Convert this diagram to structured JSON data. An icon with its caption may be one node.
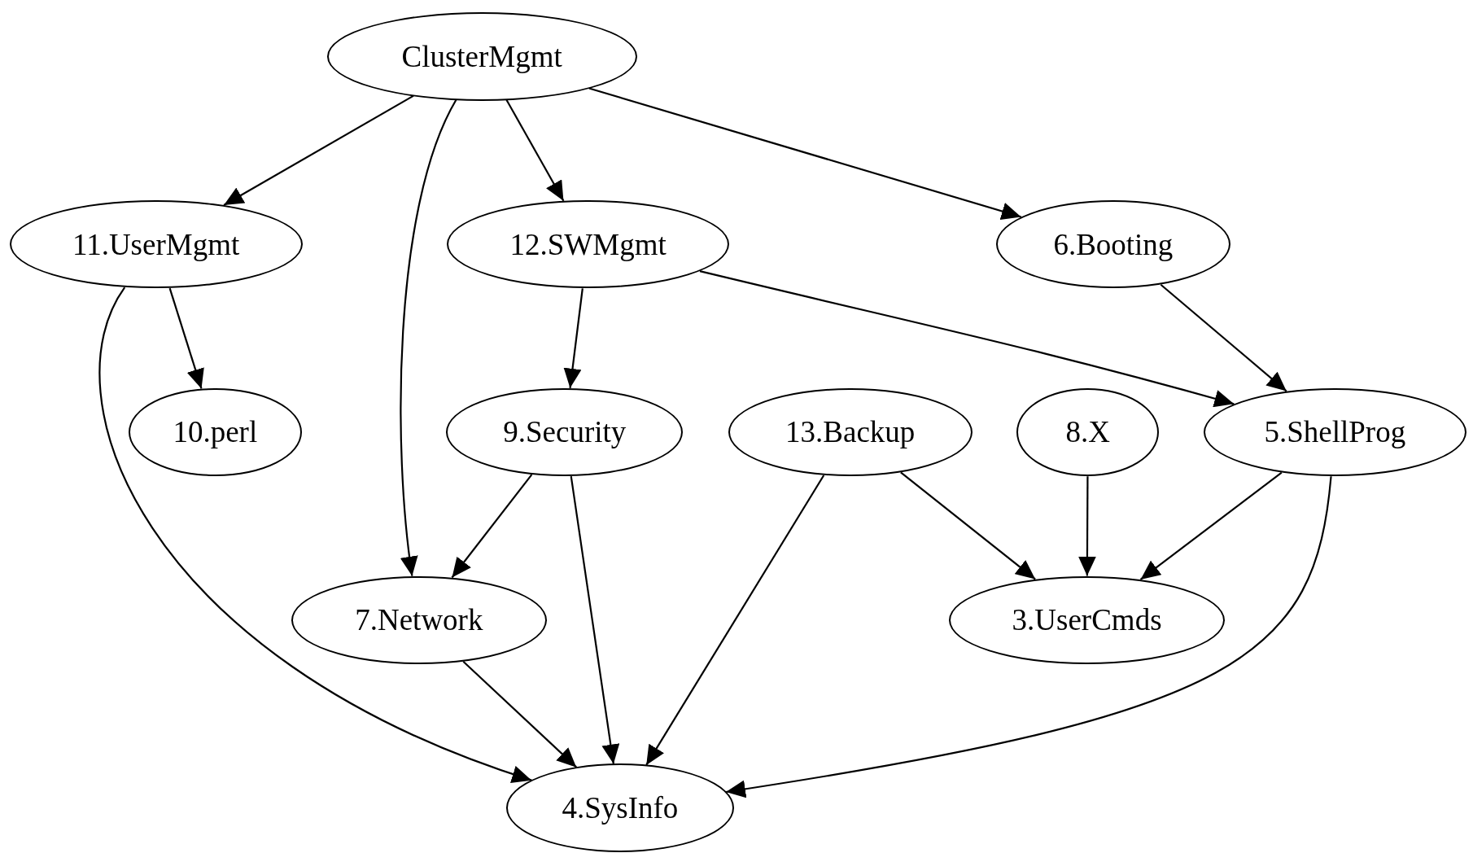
{
  "diagram": {
    "nodes": [
      {
        "text": [
          "ClusterMgmt"
        ]
      },
      {
        "text": [
          "11.UserMgmt"
        ]
      },
      {
        "text": [
          "12.SWMgmt"
        ]
      },
      {
        "text": [
          "6.Booting"
        ]
      },
      {
        "text": [
          "10.perl"
        ]
      },
      {
        "text": [
          "9.Security"
        ]
      },
      {
        "text": [
          "13.Backup"
        ]
      },
      {
        "text": [
          "8.X"
        ]
      },
      {
        "text": [
          "5.ShellProg"
        ]
      },
      {
        "text": [
          "7.Network"
        ]
      },
      {
        "text": [
          "3.UserCmds"
        ]
      },
      {
        "text": [
          "4.SysInfo"
        ]
      }
    ],
    "edges": [
      {
        "from": 0,
        "to": 1,
        "arrow": "to"
      },
      {
        "from": 0,
        "to": 9,
        "arrow": "to"
      },
      {
        "from": 0,
        "to": 2,
        "arrow": "to"
      },
      {
        "from": 0,
        "to": 3,
        "arrow": "to"
      },
      {
        "from": 1,
        "to": 4,
        "arrow": "to"
      },
      {
        "from": 1,
        "to": 11,
        "arrow": "to"
      },
      {
        "from": 2,
        "to": 5,
        "arrow": "to"
      },
      {
        "from": 2,
        "to": 8,
        "arrow": "to"
      },
      {
        "from": 3,
        "to": 8,
        "arrow": "to"
      },
      {
        "from": 5,
        "to": 9,
        "arrow": "to"
      },
      {
        "from": 5,
        "to": 11,
        "arrow": "to"
      },
      {
        "from": 6,
        "to": 11,
        "arrow": "to"
      },
      {
        "from": 6,
        "to": 10,
        "arrow": "to"
      },
      {
        "from": 7,
        "to": 10,
        "arrow": "to"
      },
      {
        "from": 8,
        "to": 10,
        "arrow": "to"
      },
      {
        "from": 8,
        "to": 11,
        "arrow": "to"
      },
      {
        "from": 9,
        "to": 11,
        "arrow": "to"
      }
    ]
  }
}
